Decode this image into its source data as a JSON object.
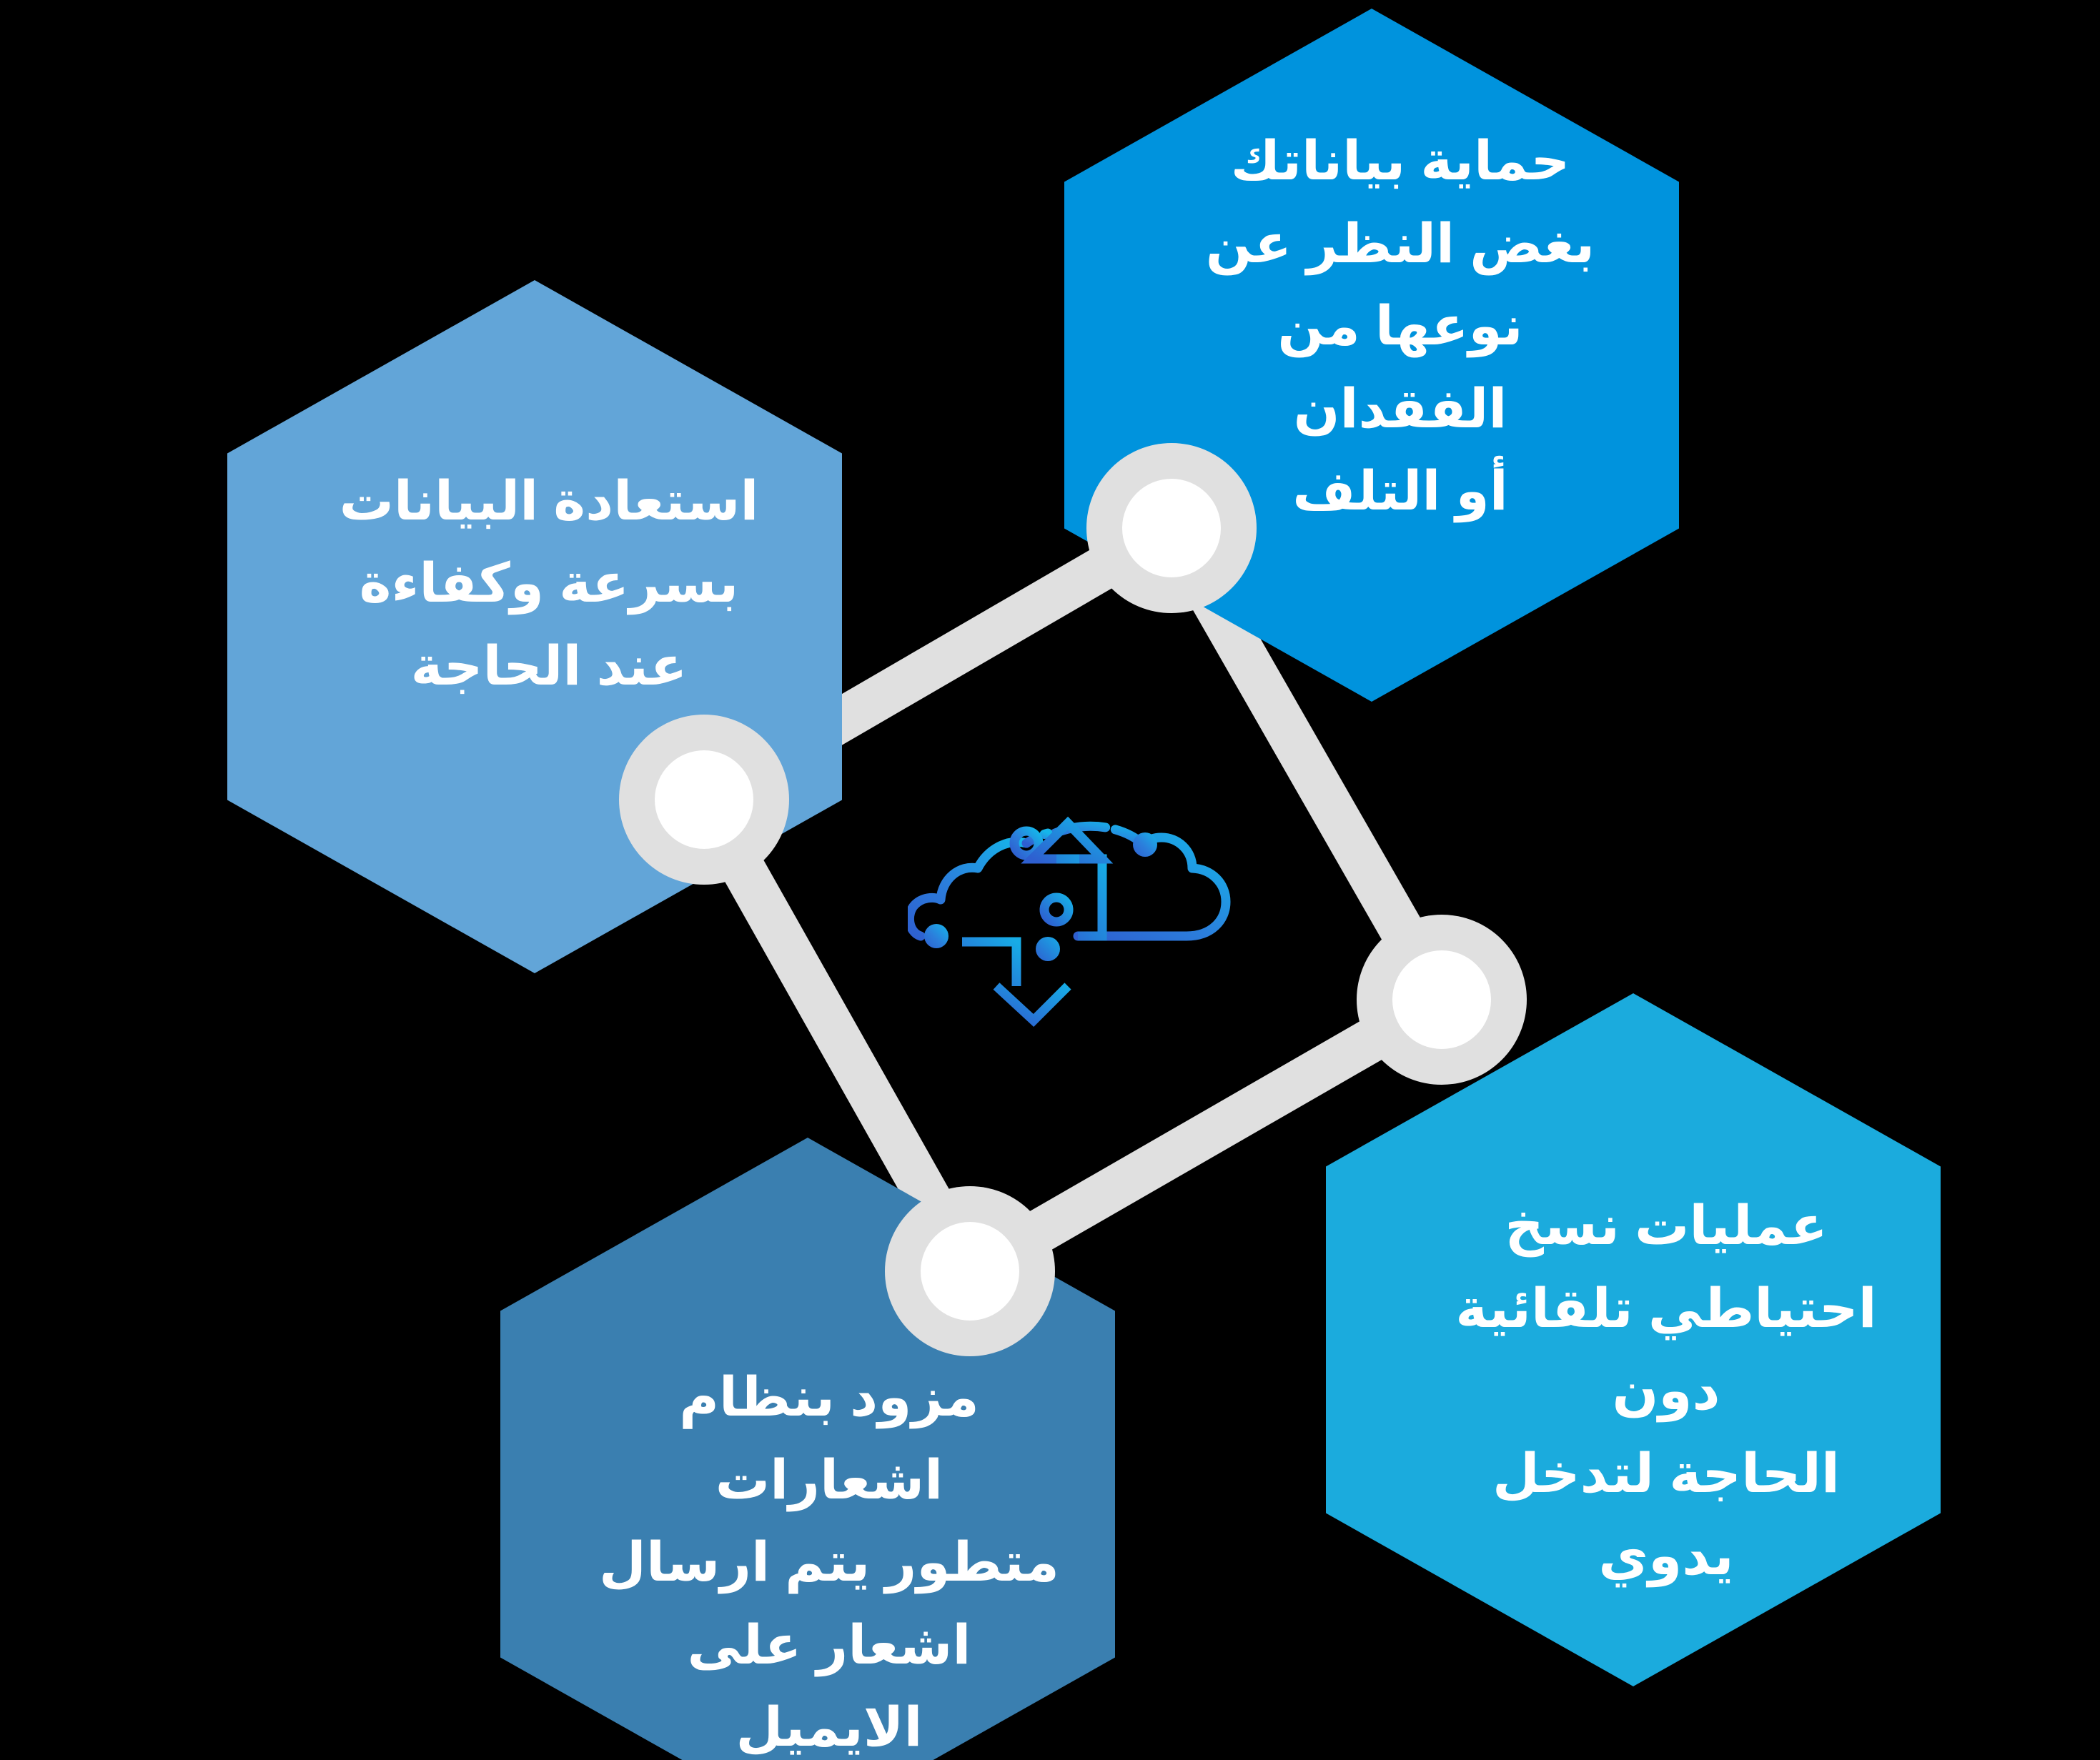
{
  "diagram": {
    "type": "radial-hexagon-infographic",
    "language": "ar",
    "background_color": "#000000",
    "connector_color": "#E0E0E0",
    "node_ring_color": "#E0E0E0",
    "node_center_color": "#FFFFFF",
    "center_icon": {
      "name": "cloud-sync-icon",
      "gradient_from": "#2E6FD9",
      "gradient_to": "#16B3E8"
    },
    "nodes": [
      {
        "id": "protection",
        "position": "top-right",
        "color": "#0093DD",
        "text": "حماية بياناتك\nبغض النظر عن\nنوعها من الفقدان\nأو التلف",
        "lines": [
          "حماية بياناتك",
          "بغض النظر عن",
          "نوعها من الفقدان",
          "أو التلف"
        ]
      },
      {
        "id": "restore",
        "position": "left",
        "color": "#62A5D8",
        "text": "استعادة البيانات\nبسرعة وكفاءة\nعند الحاجة",
        "lines": [
          "استعادة البيانات",
          "بسرعة وكفاءة",
          "عند الحاجة"
        ]
      },
      {
        "id": "automatic",
        "position": "right",
        "color": "#1BABDD",
        "text": "عمليات نسخ\nاحتياطي تلقائية دون\nالحاجة لتدخل يدوي",
        "lines": [
          "عمليات نسخ",
          "احتياطي تلقائية دون",
          "الحاجة لتدخل يدوي"
        ]
      },
      {
        "id": "notifications",
        "position": "bottom",
        "color": "#3A7FB0",
        "text": "مزود بنظام اشعارات\nمتطور يتم ارسال\nاشعار على الايميل",
        "lines": [
          "مزود بنظام اشعارات",
          "متطور يتم ارسال",
          "اشعار على الايميل"
        ]
      }
    ]
  }
}
